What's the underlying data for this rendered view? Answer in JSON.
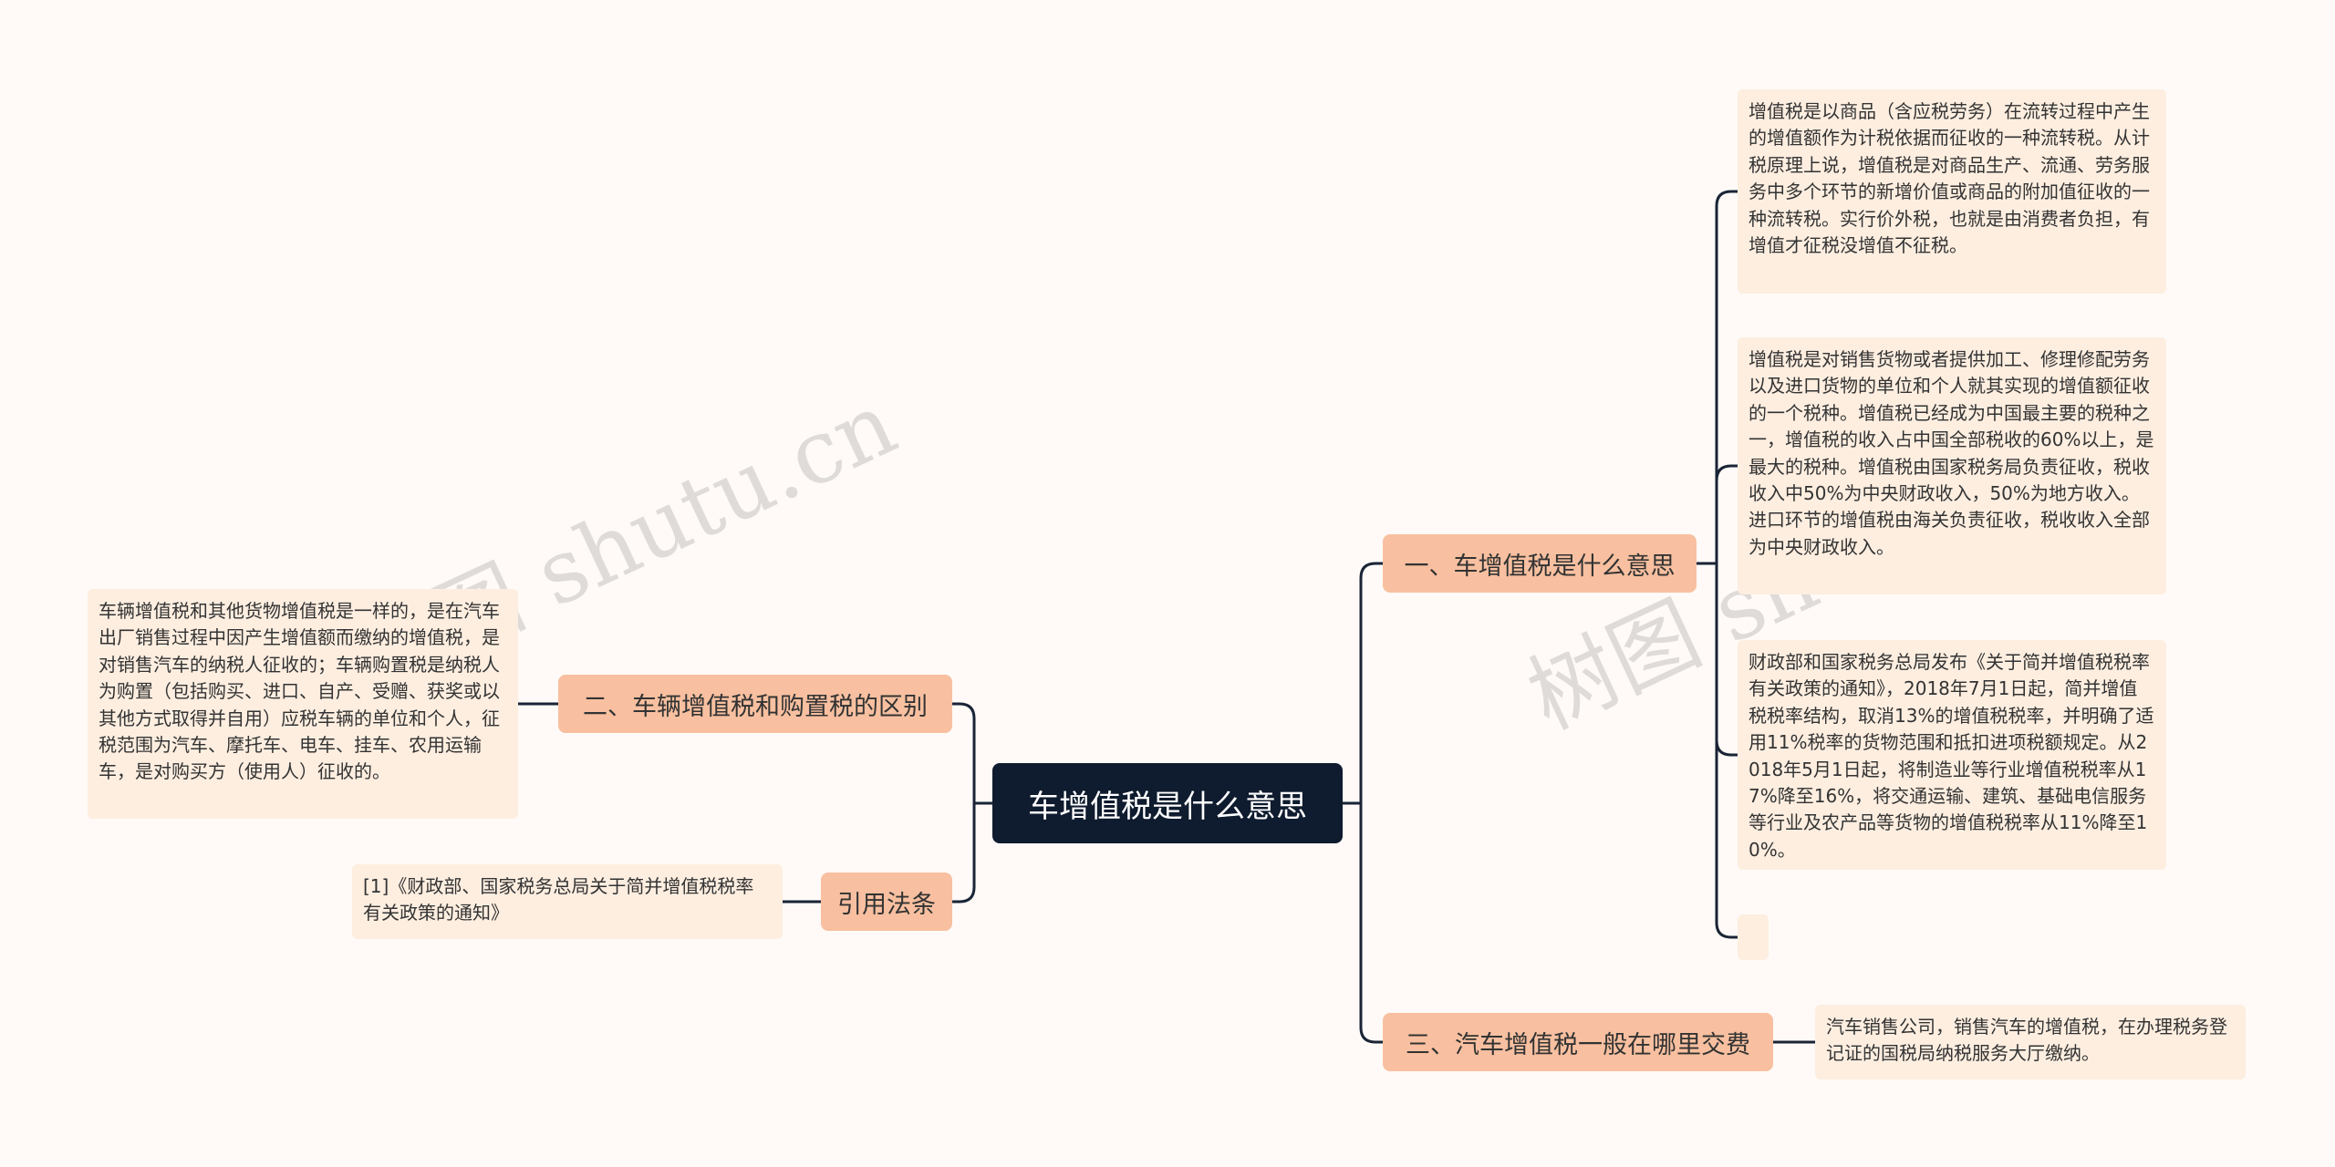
{
  "watermark": "树图 shutu.cn",
  "root": "车增值税是什么意思",
  "branches": {
    "b1": "一、车增值税是什么意思",
    "b2": "二、车辆增值税和购置税的区别",
    "b3": "三、汽车增值税一般在哪里交费",
    "b4": "引用法条"
  },
  "leaves": {
    "l1": "增值税是以商品（含应税劳务）在流转过程中产生的增值额作为计税依据而征收的一种流转税。从计税原理上说，增值税是对商品生产、流通、劳务服务中多个环节的新增价值或商品的附加值征收的一种流转税。实行价外税，也就是由消费者负担，有增值才征税没增值不征税。",
    "l2": "增值税是对销售货物或者提供加工、修理修配劳务以及进口货物的单位和个人就其实现的增值额征收的一个税种。增值税已经成为中国最主要的税种之一，增值税的收入占中国全部税收的60%以上，是最大的税种。增值税由国家税务局负责征收，税收收入中50%为中央财政收入，50%为地方收入。进口环节的增值税由海关负责征收，税收收入全部为中央财政收入。",
    "l3": "财政部和国家税务总局发布《关于简并增值税税率有关政策的通知》，2018年7月1日起，简并增值税税率结构，取消13%的增值税税率，并明确了适用11%税率的货物范围和抵扣进项税额规定。从2018年5月1日起，将制造业等行业增值税税率从17%降至16%，将交通运输、建筑、基础电信服务等行业及农产品等货物的增值税税率从11%降至10%。",
    "l4": "",
    "l5": "汽车销售公司，销售汽车的增值税，在办理税务登记证的国税局纳税服务大厅缴纳。",
    "l6": "车辆增值税和其他货物增值税是一样的，是在汽车出厂销售过程中因产生增值额而缴纳的增值税，是对销售汽车的纳税人征收的；车辆购置税是纳税人为购置（包括购买、进口、自产、受赠、获奖或以其他方式取得并自用）应税车辆的单位和个人，征税范围为汽车、摩托车、电车、挂车、农用运输车，是对购买方（使用人）征收的。",
    "l7": "[1]《财政部、国家税务总局关于简并增值税税率有关政策的通知》"
  },
  "colors": {
    "root_bg": "#0f1b2e",
    "branch_bg": "#f8c0a0",
    "leaf_bg": "#fdeee0",
    "line": "#1a2436",
    "background": "#fffaf7"
  }
}
